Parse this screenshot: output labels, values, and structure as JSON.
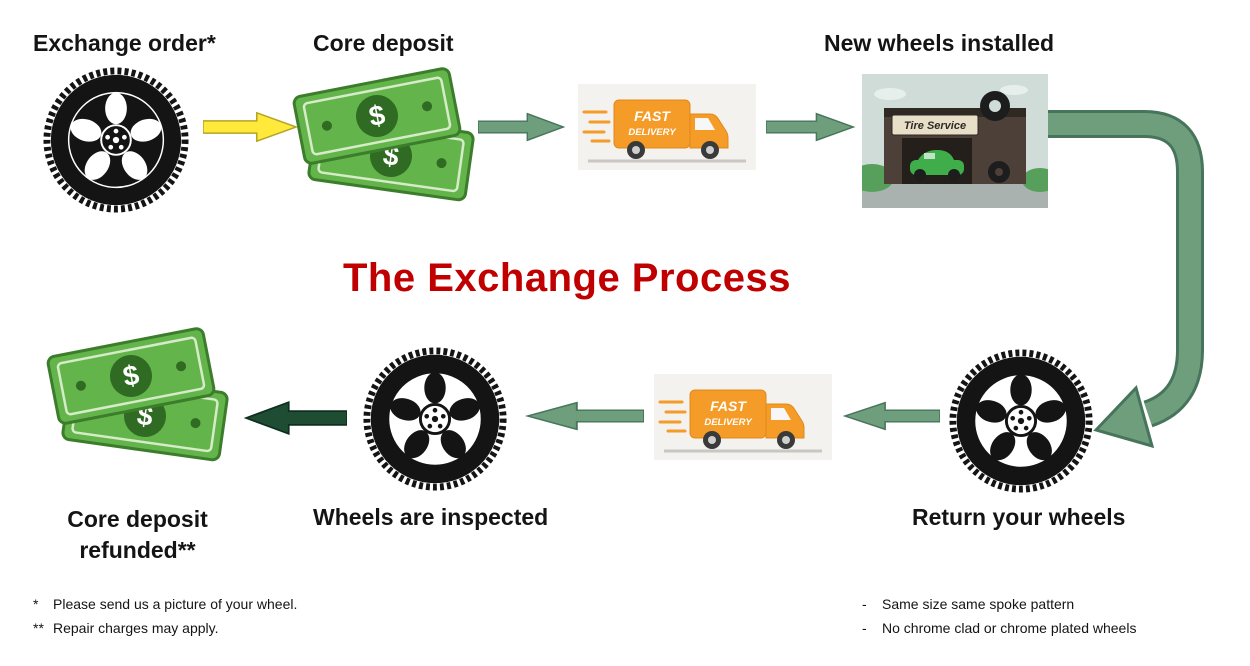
{
  "title": {
    "text": "The Exchange Process"
  },
  "colors": {
    "title_red": "#C00000",
    "arrow_yellow": "#FFE93B",
    "arrow_yellow_outline": "#B3A625",
    "arrow_green": "#6F9E7C",
    "arrow_green_outline": "#46755B",
    "arrow_dark_green": "#1E4D33",
    "arrow_dark_green_outline": "#0F2E1D",
    "money_green": "#63B54B",
    "money_dark_green": "#2F6B22",
    "truck_orange": "#F59B28",
    "text_black": "#141414"
  },
  "steps": {
    "exchange_order": {
      "label": "Exchange order*"
    },
    "core_deposit": {
      "label": "Core deposit"
    },
    "new_wheels_installed": {
      "label": "New wheels installed"
    },
    "return_your_wheels": {
      "label": "Return your wheels"
    },
    "wheels_inspected": {
      "label": "Wheels are inspected"
    },
    "core_deposit_refunded": {
      "label": "Core deposit\nrefunded**"
    }
  },
  "truck": {
    "line1": "FAST",
    "line2": "DELIVERY"
  },
  "shop": {
    "sign": "Tire Service"
  },
  "money": {
    "currency": "$"
  },
  "footnotes": {
    "left": [
      {
        "marker": "*",
        "text": "Please send us a picture of your wheel."
      },
      {
        "marker": "**",
        "text": "Repair charges may apply."
      }
    ],
    "right": [
      {
        "marker": "-",
        "text": "Same size same spoke pattern"
      },
      {
        "marker": "-",
        "text": "No chrome clad or chrome plated wheels"
      }
    ]
  }
}
